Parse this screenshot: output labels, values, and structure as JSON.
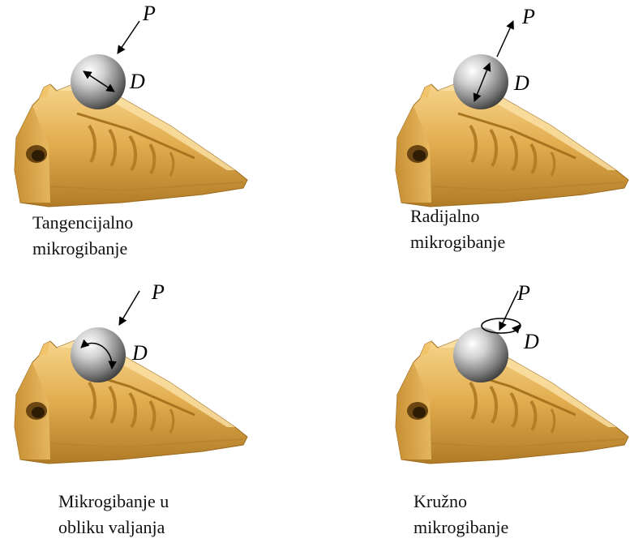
{
  "load_symbol": "P",
  "diameter_symbol": "D",
  "panels": [
    {
      "id": "tangential",
      "caption_lines": [
        "Tangencijalno",
        "mikrogibanje"
      ]
    },
    {
      "id": "radial",
      "caption_lines": [
        "Radijalno",
        "mikrogibanje"
      ]
    },
    {
      "id": "rolling",
      "caption_lines": [
        "Mikrogibanje u",
        "obliku valjanja"
      ]
    },
    {
      "id": "circular",
      "caption_lines": [
        "Kružno",
        "mikrogibanje"
      ]
    }
  ],
  "colors": {
    "tooth_light": "#f2c878",
    "tooth_mid": "#d9a443",
    "tooth_dark": "#a87420",
    "ball_light": "#f0f0f0",
    "ball_dark": "#4a4a4a"
  }
}
